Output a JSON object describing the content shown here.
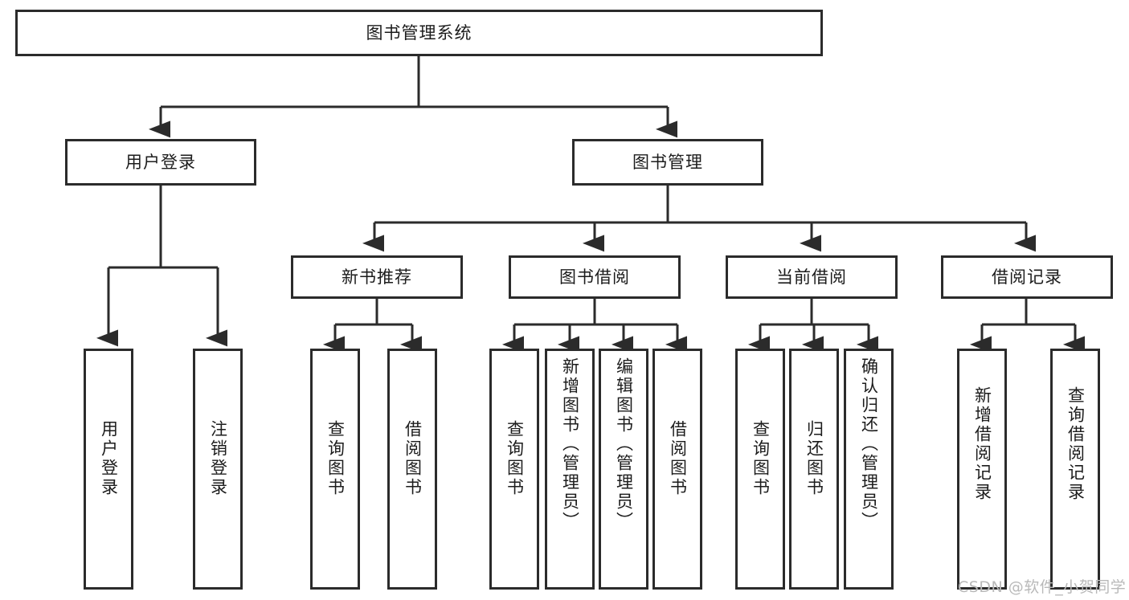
{
  "diagram": {
    "title": "图书管理系统",
    "type": "tree-hierarchy-diagram",
    "accent_color": "#2b2b2b",
    "background_color": "#ffffff",
    "root": {
      "label": "图书管理系统"
    },
    "level2": [
      {
        "label": "用户登录"
      },
      {
        "label": "图书管理"
      }
    ],
    "level3": [
      {
        "label": "新书推荐"
      },
      {
        "label": "图书借阅"
      },
      {
        "label": "当前借阅"
      },
      {
        "label": "借阅记录"
      }
    ],
    "leaves": {
      "user_login": [
        {
          "label": "用户登录"
        },
        {
          "label": "注销登录"
        }
      ],
      "new_book_recommend": [
        {
          "label": "查询图书"
        },
        {
          "label": "借阅图书"
        }
      ],
      "book_borrow": [
        {
          "label": "查询图书"
        },
        {
          "label": "新增图书（管理员）"
        },
        {
          "label": "编辑图书（管理员）"
        },
        {
          "label": "借阅图书"
        }
      ],
      "current_borrow": [
        {
          "label": "查询图书"
        },
        {
          "label": "归还图书"
        },
        {
          "label": "确认归还（管理员）"
        }
      ],
      "borrow_record": [
        {
          "label": "新增借阅记录"
        },
        {
          "label": "查询借阅记录"
        }
      ]
    }
  },
  "watermark": {
    "text": "CSDN @软件_小贺同学"
  }
}
